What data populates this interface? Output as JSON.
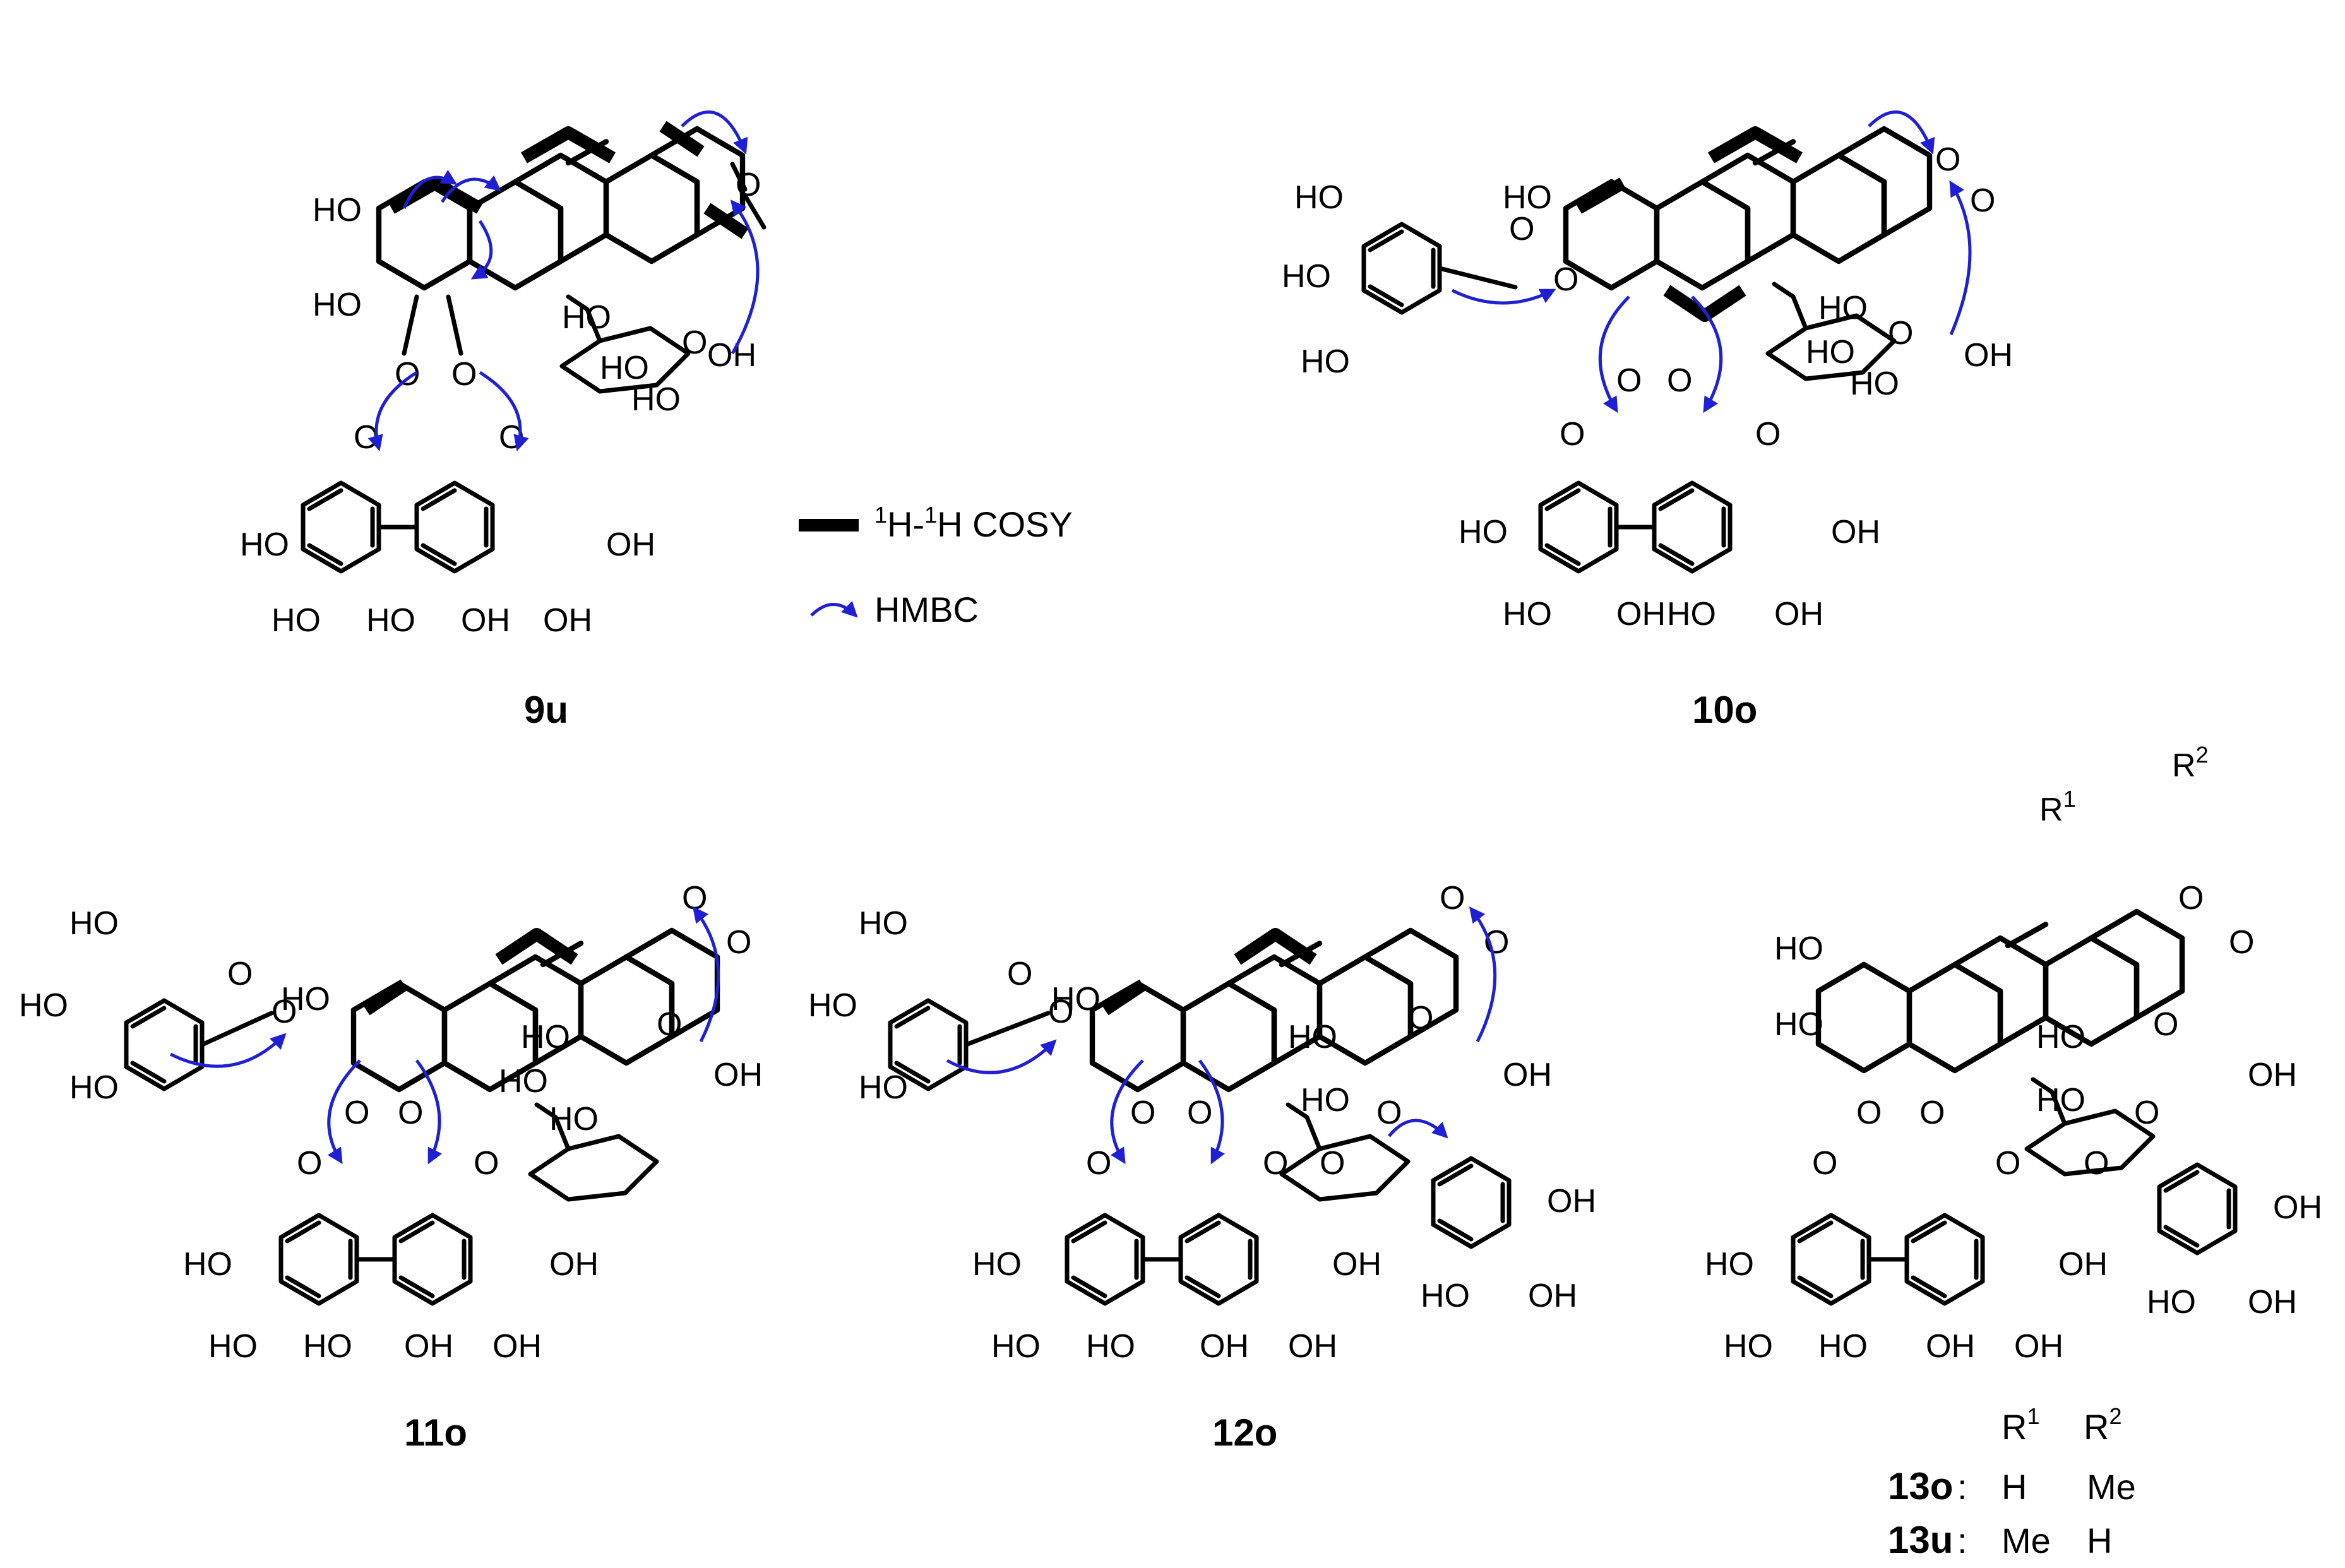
{
  "legend": {
    "cosy_prefix_sup": "1",
    "cosy_h1": "H-",
    "cosy_prefix_sup2": "1",
    "cosy_rest": "H COSY",
    "hmbc_label": "HMBC"
  },
  "compounds": [
    {
      "id": "9u",
      "label": "9u"
    },
    {
      "id": "10o",
      "label": "10o"
    },
    {
      "id": "11o",
      "label": "11o"
    },
    {
      "id": "12o",
      "label": "12o"
    },
    {
      "id": "13",
      "label_13o": "13o",
      "label_13u": "13u"
    }
  ],
  "substituent_table": {
    "header_r1": "R",
    "header_r1_sup": "1",
    "header_r2": "R",
    "header_r2_sup": "2",
    "rows": [
      {
        "name": "13o",
        "sep": " : ",
        "r1": "H",
        "r2": "Me"
      },
      {
        "name": "13u",
        "sep": " : ",
        "r1": "Me",
        "r2": "H"
      }
    ]
  },
  "atoms": {
    "ho": "HO",
    "oh": "OH",
    "o": "O",
    "r1": "R",
    "r1_sup": "1",
    "r2": "R",
    "r2_sup": "2"
  },
  "colors": {
    "hmbc_arrow": "#1f1fd6",
    "bond": "#000000"
  }
}
